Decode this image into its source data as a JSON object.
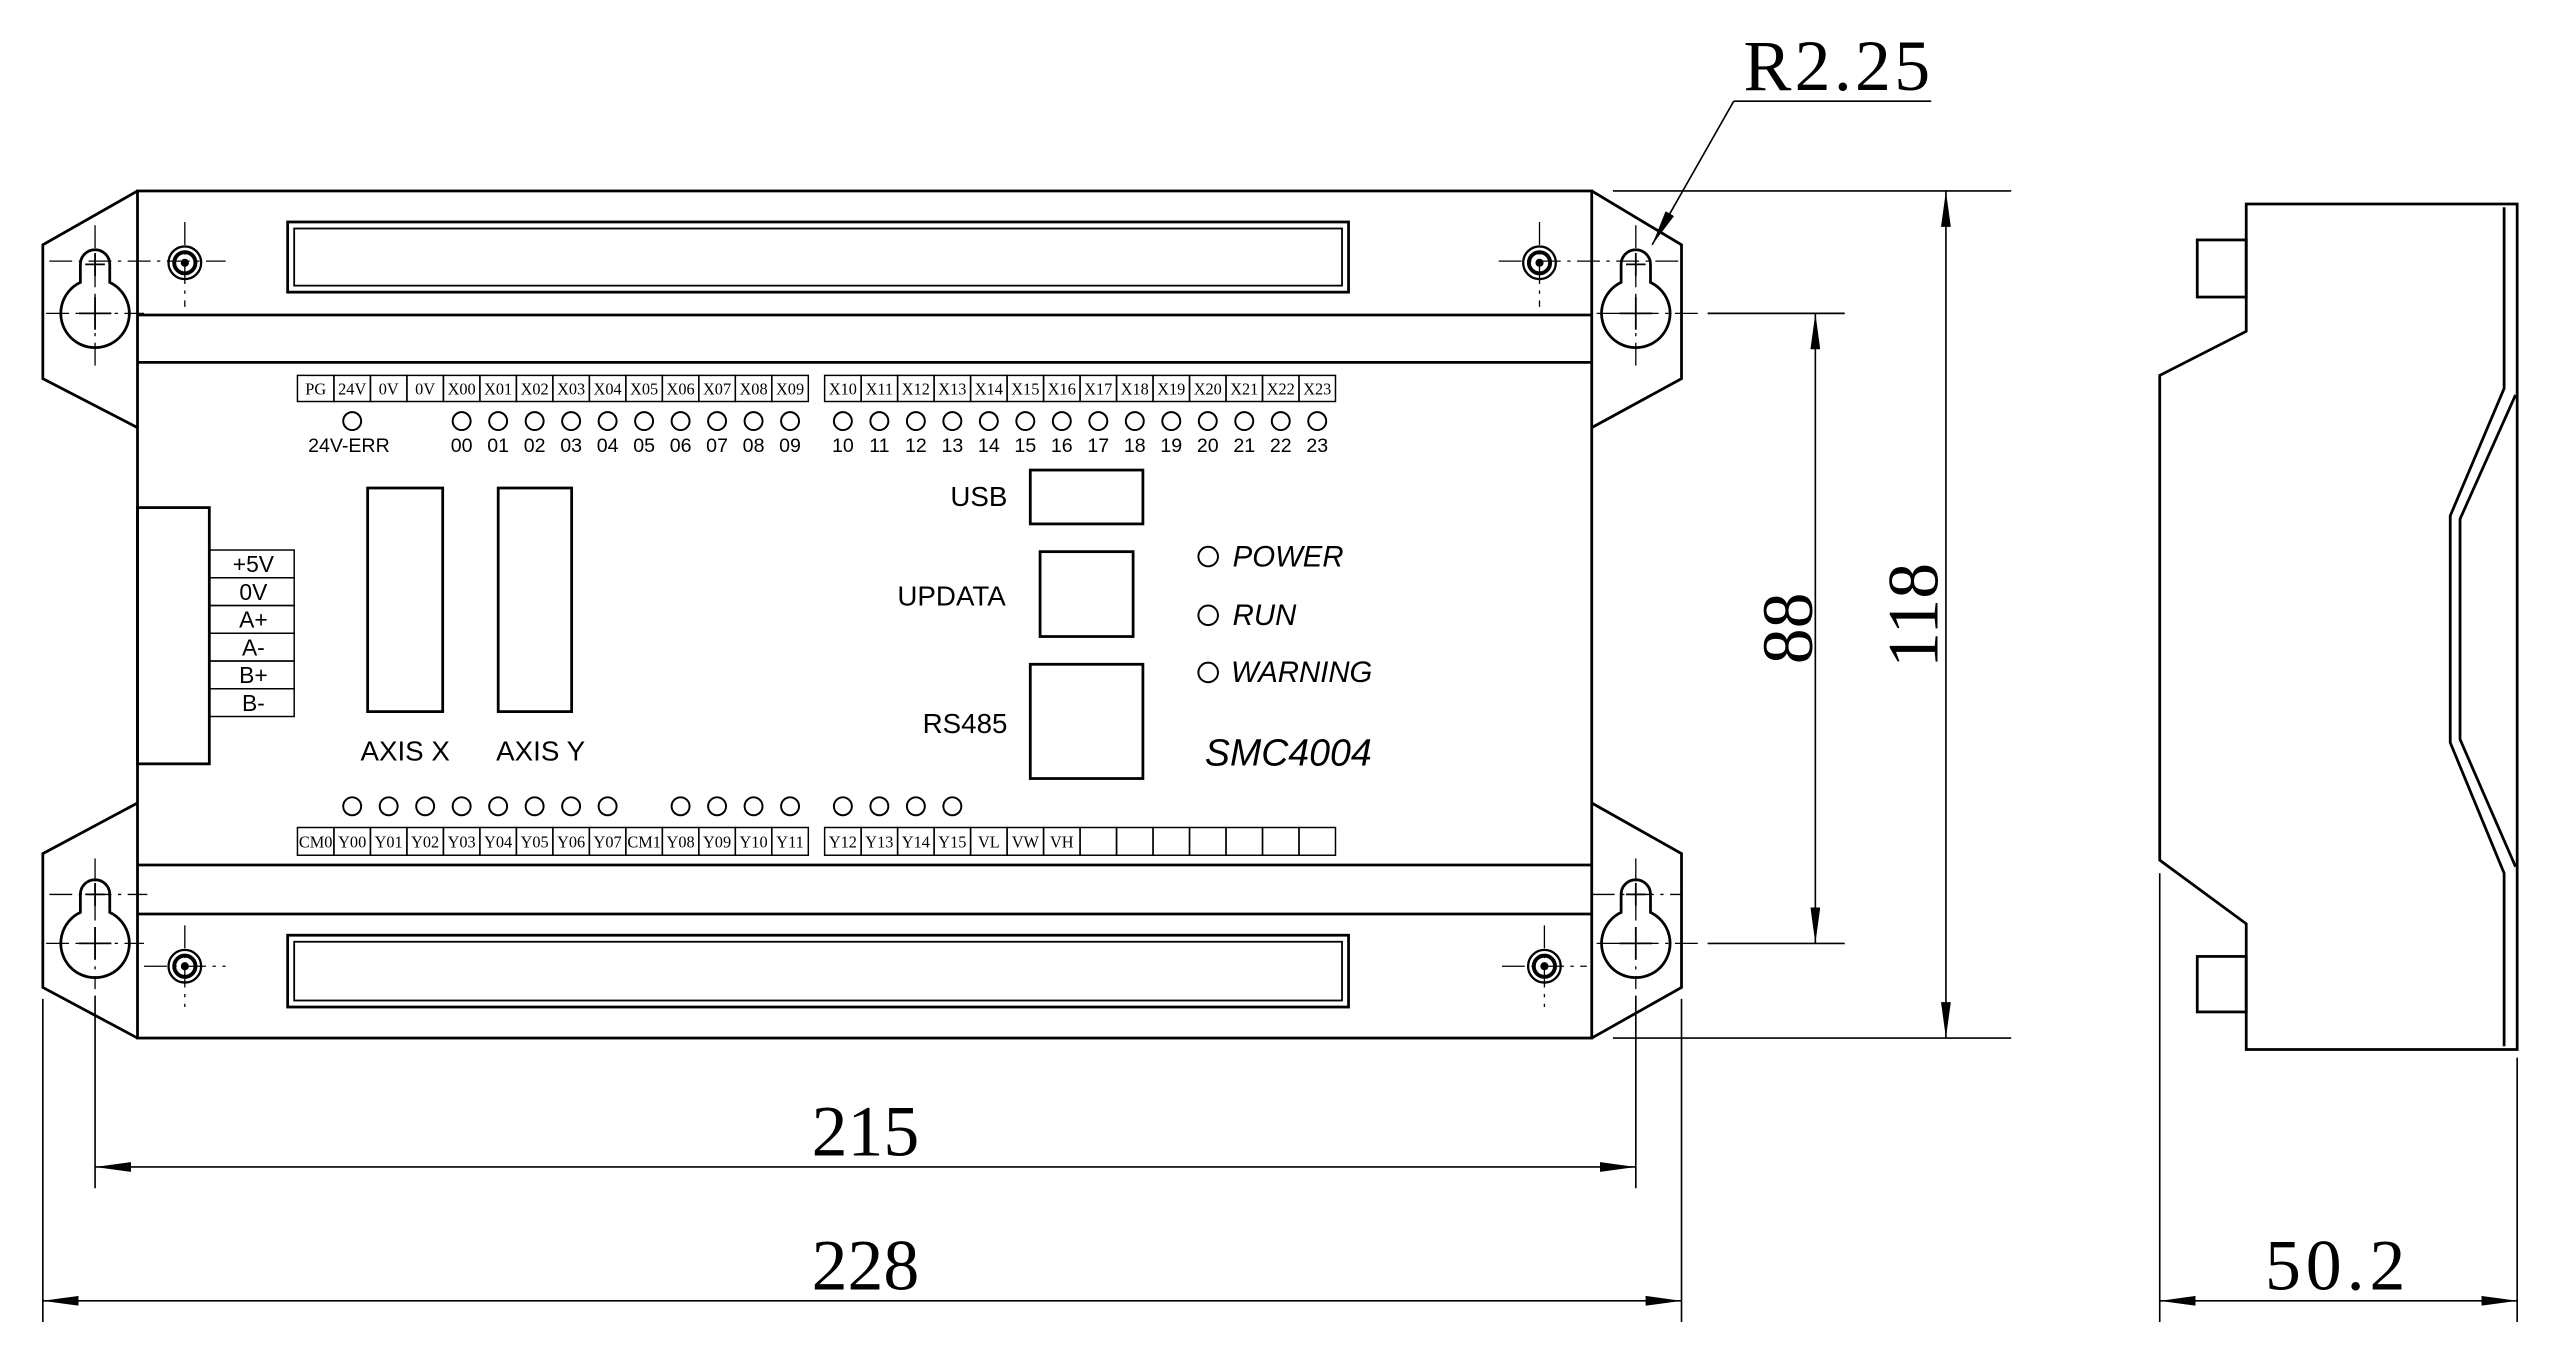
{
  "panel": {
    "model": "SMC4004",
    "inputs": {
      "terminals_a": [
        "PG",
        "24V",
        "0V",
        "0V",
        "X00",
        "X01",
        "X02",
        "X03",
        "X04",
        "X05",
        "X06",
        "X07",
        "X08",
        "X09"
      ],
      "terminals_b": [
        "X10",
        "X11",
        "X12",
        "X13",
        "X14",
        "X15",
        "X16",
        "X17",
        "X18",
        "X19",
        "X20",
        "X21",
        "X22",
        "X23"
      ],
      "led_err_label": "24V-ERR",
      "led_labels_a": [
        "00",
        "01",
        "02",
        "03",
        "04",
        "05",
        "06",
        "07",
        "08",
        "09"
      ],
      "led_labels_b": [
        "10",
        "11",
        "12",
        "13",
        "14",
        "15",
        "16",
        "17",
        "18",
        "19",
        "20",
        "21",
        "22",
        "23"
      ]
    },
    "outputs": {
      "terminals_a": [
        "CM0",
        "Y00",
        "Y01",
        "Y02",
        "Y03",
        "Y04",
        "Y05",
        "Y06",
        "Y07",
        "CM1",
        "Y08",
        "Y09",
        "Y10",
        "Y11"
      ],
      "terminals_b": [
        "Y12",
        "Y13",
        "Y14",
        "Y15",
        "VL",
        "VW",
        "VH"
      ]
    },
    "encoder_terminals": [
      "+5V",
      "0V",
      "A+",
      "A-",
      "B+",
      "B-"
    ],
    "axis_ports": [
      "AXIS X",
      "AXIS Y"
    ],
    "ports": {
      "usb": "USB",
      "updata": "UPDATA",
      "rs485": "RS485"
    },
    "status_leds": [
      "POWER",
      "RUN",
      "WARNING"
    ]
  },
  "dimensions": {
    "radius": "R2.25",
    "overall_height": "118",
    "hole_vertical_pitch": "88",
    "hole_horizontal_pitch": "215",
    "overall_width": "228",
    "depth": "50.2"
  }
}
